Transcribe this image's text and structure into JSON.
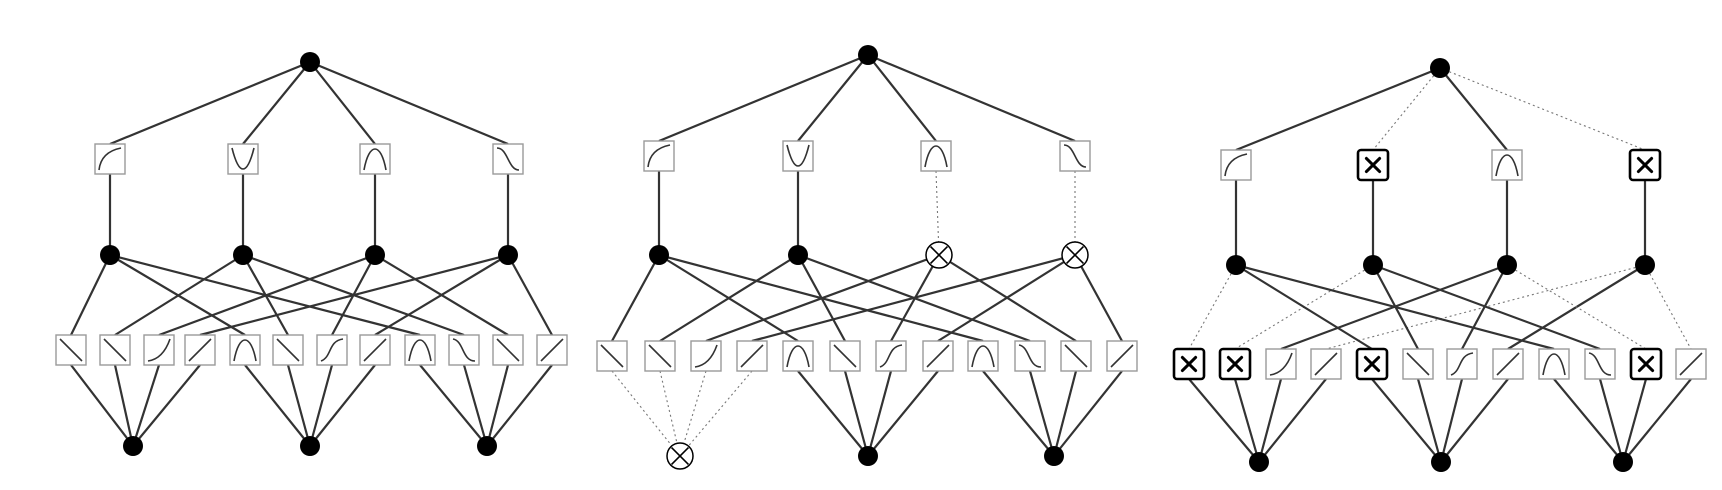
{
  "panels": [
    {
      "name": "full-network",
      "output_node": "active",
      "activation_types": [
        "concave-rise",
        "valley",
        "bump",
        "decreasing-sigmoid"
      ],
      "activation_edges": [
        "solid",
        "solid",
        "solid",
        "solid"
      ],
      "hidden_nodes": [
        "active",
        "active",
        "active",
        "active"
      ],
      "bottom_activations": [
        "dec-linear",
        "dec-linear",
        "inc-convex",
        "inc-linear",
        "bump",
        "dec-linear",
        "inc-wavy",
        "inc-linear",
        "bump",
        "dec-wavy",
        "dec-linear",
        "inc-linear"
      ],
      "bottom_nodes": [
        "active",
        "active",
        "active"
      ],
      "input_edges": [
        "solid",
        "solid",
        "solid",
        "solid",
        "solid",
        "solid",
        "solid",
        "solid",
        "solid",
        "solid",
        "solid",
        "solid"
      ],
      "cross_edges": "solid"
    },
    {
      "name": "node-pruned-network",
      "output_node": "active",
      "activation_types": [
        "concave-rise",
        "valley",
        "bump",
        "decreasing-sigmoid"
      ],
      "activation_edges": [
        "solid",
        "solid",
        "dotted",
        "dotted"
      ],
      "hidden_nodes": [
        "active",
        "active",
        "pruned",
        "pruned"
      ],
      "bottom_activations": [
        "dec-linear",
        "dec-linear",
        "inc-convex",
        "inc-linear",
        "bump",
        "dec-linear",
        "inc-wavy",
        "inc-linear",
        "bump",
        "dec-wavy",
        "dec-linear",
        "inc-linear"
      ],
      "bottom_nodes": [
        "pruned",
        "active",
        "active"
      ],
      "input_edges": [
        "dotted",
        "dotted",
        "dotted",
        "dotted",
        "solid",
        "solid",
        "solid",
        "solid",
        "solid",
        "solid",
        "solid",
        "solid"
      ],
      "cross_edges": "solid"
    },
    {
      "name": "edge-pruned-network",
      "output_node": "active",
      "activation_types": [
        "concave-rise",
        "pruned",
        "bump",
        "pruned"
      ],
      "activation_edges": [
        "solid",
        "solid",
        "solid",
        "solid"
      ],
      "output_edges": [
        "solid",
        "dotted",
        "solid",
        "dotted"
      ],
      "hidden_nodes": [
        "active",
        "active",
        "active",
        "active"
      ],
      "bottom_activations": [
        "pruned",
        "pruned",
        "inc-convex",
        "inc-linear",
        "pruned",
        "dec-linear",
        "inc-wavy",
        "inc-linear",
        "bump",
        "dec-wavy",
        "pruned",
        "inc-linear"
      ],
      "bottom_nodes": [
        "active",
        "active",
        "active"
      ],
      "input_edges": [
        "solid",
        "solid",
        "solid",
        "solid",
        "solid",
        "solid",
        "solid",
        "solid",
        "solid",
        "solid",
        "solid",
        "solid"
      ],
      "cross_edges": "mixed"
    }
  ],
  "icons": {
    "pruned_node": "circled-x-icon",
    "pruned_activation": "boxed-x-icon",
    "active_node": "filled-circle-icon",
    "activation": "activation-curve-icon"
  }
}
